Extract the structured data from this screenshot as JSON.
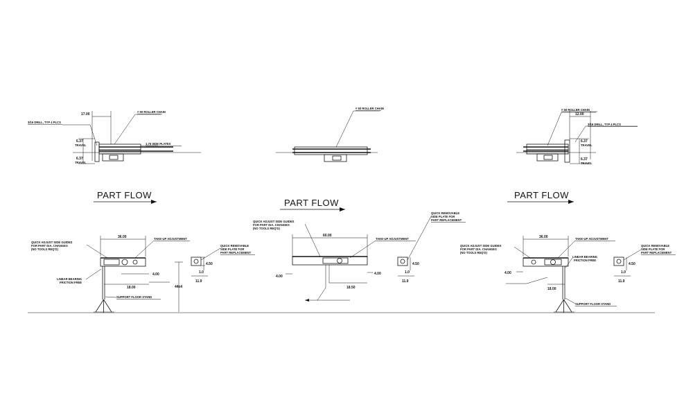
{
  "colors": {
    "line": "#111111",
    "background": "#ffffff"
  },
  "top_left": {
    "roller_chain": "# 50 ROLLER CHAIN",
    "drill": "3/16 DRILL, TYP 4 PLCS",
    "dim_top": "17.00",
    "travel_top": "6.37",
    "travel_bottom": "6.37",
    "travel_label": "TRAVEL",
    "side_plates": "1.75 SIDE PLATES"
  },
  "top_center": {
    "roller_chain": "# 50 ROLLER CHAIN"
  },
  "top_right": {
    "roller_chain": "# 50 ROLLER CHAIN",
    "dim_top": "12.00",
    "drill": "3/16 DRILL, TYP 4 PLCS",
    "travel_top": "6.37",
    "travel_bottom": "6.37",
    "travel_label": "TRAVEL"
  },
  "part_flow": {
    "left": "PART FLOW",
    "center": "PART FLOW",
    "right": "PART FLOW"
  },
  "bottom_left": {
    "width_dim": "36.00",
    "side_guides": [
      "QUICK ADJUST SIDE GUIDES",
      "FOR PART DIA. CHANGES",
      "(NO TOOLS REQ'D)"
    ],
    "take_up": "TAKE-UP ADJUSTMENT",
    "linear_bearing": [
      "LINEAR BEARING",
      "FRICTION FREE"
    ],
    "dim_400": "4.00",
    "dim_1800": "18.00",
    "height_dim": "44±4",
    "floor_stand": "SUPPORT FLOOR STAND",
    "remove_plate": [
      "QUICK REMOVABLE",
      "SIDE PLATE FOR",
      "PART REPLACEMENT"
    ],
    "dim_450": "4.50",
    "dim_119": "11.9",
    "dim_small": "1.0"
  },
  "bottom_center": {
    "side_guides": [
      "QUICK ADJUST SIDE GUIDES",
      "FOR PART DIA. CHANGES",
      "(NO TOOLS REQ'D)"
    ],
    "width_dim": "60.00",
    "take_up": "TAKE-UP ADJUSTMENT",
    "dim_left": "4.00",
    "dim_right": "4.00",
    "dim_1850": "18.50",
    "remove_plate": [
      "QUICK REMOVABLE",
      "SIDE PLATE FOR",
      "PART REPLACEMENT"
    ],
    "dim_450": "4.50",
    "dim_119": "11.9",
    "dim_small": "1.0"
  },
  "bottom_right": {
    "width_dim": "36.00",
    "side_guides": [
      "QUICK ADJUST SIDE GUIDES",
      "FOR PART DIA. CHANGES",
      "(NO TOOLS REQ'D)"
    ],
    "take_up": "TAKE-UP ADJUSTMENT",
    "linear_bearing": [
      "LINEAR BEARING",
      "FRICTION FREE"
    ],
    "dim_400": "4.00",
    "dim_1800": "18.00",
    "floor_stand": "SUPPORT FLOOR STAND",
    "remove_plate": [
      "QUICK REMOVABLE",
      "SIDE PLATE FOR",
      "PART REPLACEMENT"
    ],
    "dim_450": "4.50",
    "dim_119": "11.9",
    "dim_small": "1.0"
  }
}
